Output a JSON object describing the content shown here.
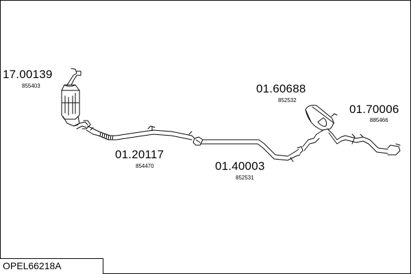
{
  "parts": [
    {
      "id": "p1",
      "part_number": "17.00139",
      "ref_number": "855403"
    },
    {
      "id": "p2",
      "part_number": "01.20117",
      "ref_number": "854470"
    },
    {
      "id": "p3",
      "part_number": "01.40003",
      "ref_number": "852531"
    },
    {
      "id": "p4",
      "part_number": "01.60688",
      "ref_number": "852532"
    },
    {
      "id": "p5",
      "part_number": "01.70006",
      "ref_number": "885466"
    }
  ],
  "title_box": {
    "text": "OPEL66218A"
  },
  "colors": {
    "line": "#000000",
    "background": "#ffffff"
  }
}
